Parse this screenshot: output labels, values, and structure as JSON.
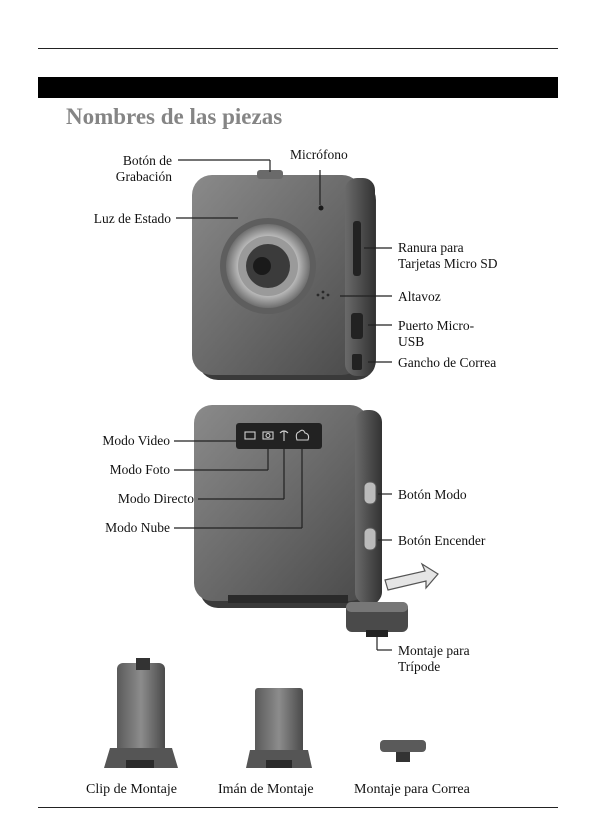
{
  "section_title": "Nombres de las piezas",
  "camera_front": {
    "record_button": [
      "Botón de",
      "Grabación"
    ],
    "microphone": "Micrófono",
    "status_light": "Luz de Estado",
    "sd_slot": [
      "Ranura para",
      "Tarjetas Micro SD"
    ],
    "speaker": "Altavoz",
    "usb_port": [
      "Puerto Micro-",
      "USB"
    ],
    "strap_hook": "Gancho de Correa"
  },
  "camera_back": {
    "video_mode": "Modo Video",
    "photo_mode": "Modo Foto",
    "direct_mode": "Modo Directo",
    "cloud_mode": "Modo Nube",
    "mode_button": "Botón Modo",
    "power_button": "Botón Encender",
    "tripod_mount": [
      "Montaje para",
      "Trípode"
    ]
  },
  "accessories": {
    "clip": "Clip de Montaje",
    "magnet": "Imán de Montaje",
    "strap_mount": "Montaje para Correa"
  }
}
